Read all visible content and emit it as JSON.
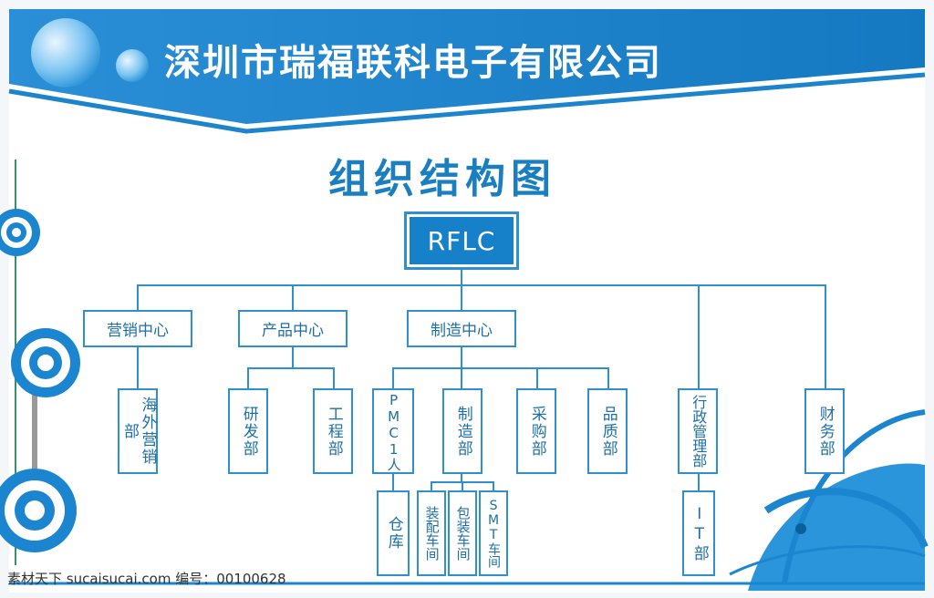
{
  "header": {
    "company": "深圳市瑞福联科电子有限公司"
  },
  "diagram": {
    "title": "组织结构图",
    "root": "RFLC",
    "centers": {
      "marketing": "营销中心",
      "product": "产品中心",
      "manufacturing": "制造中心"
    },
    "departments": {
      "overseas_sales": "海外营销部",
      "rd": "研发部",
      "engineering": "工程部",
      "pmc": "PMC1人",
      "production": "制造部",
      "purchasing": "采购部",
      "quality": "品质部",
      "admin": "行政管理部",
      "finance": "财务部",
      "warehouse": "仓库",
      "assembly": "装配车间",
      "packaging": "包装车间",
      "smt": "SMT车间",
      "it": "IT部"
    }
  },
  "watermark": "素材天下 sucaisucai.com  编号：00100628",
  "colors": {
    "primary": "#1680c8",
    "line": "#2f8fcf",
    "text": "#1d6fa8"
  }
}
